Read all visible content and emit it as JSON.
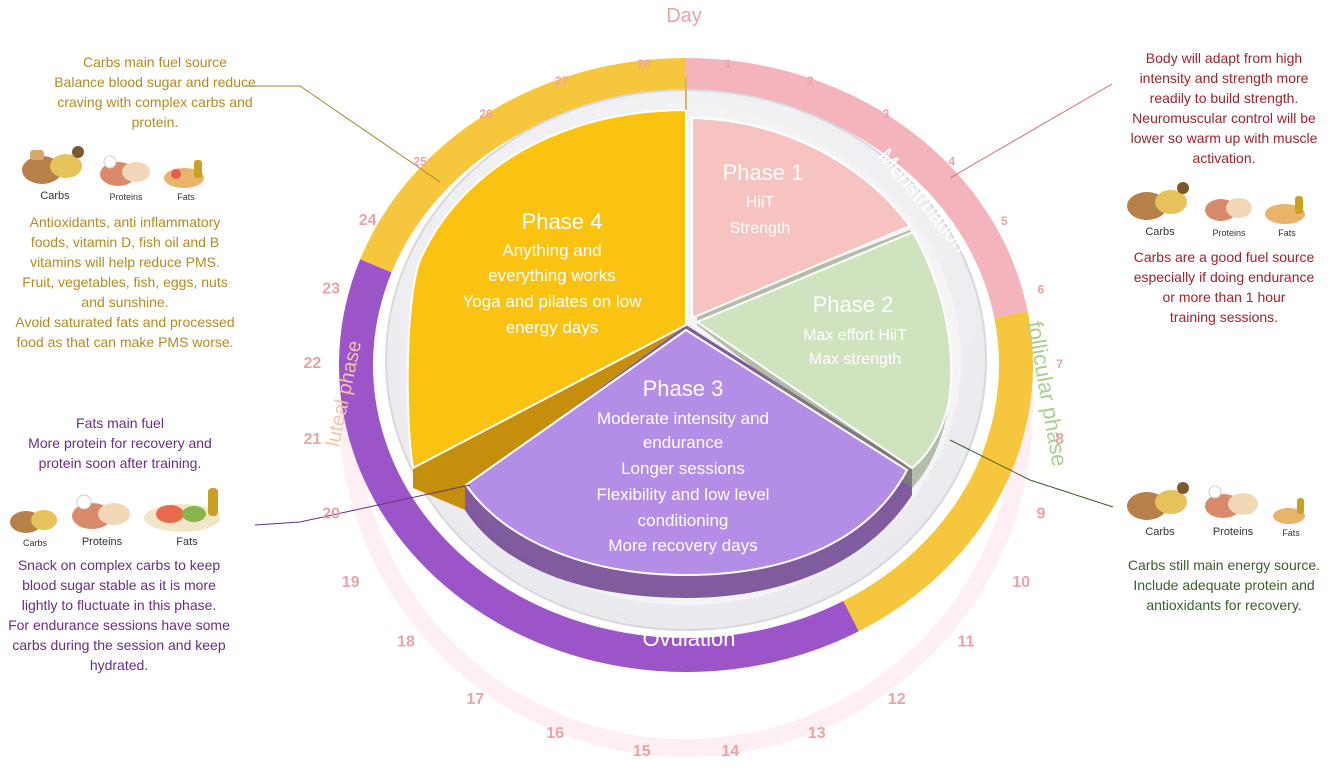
{
  "day_label": "Day",
  "days": [
    "1",
    "2",
    "3",
    "4",
    "5",
    "6",
    "7",
    "8",
    "9",
    "10",
    "11",
    "12",
    "13",
    "14",
    "15",
    "16",
    "17",
    "18",
    "19",
    "20",
    "21",
    "22",
    "23",
    "24",
    "25",
    "26",
    "27",
    "28"
  ],
  "ring_labels": {
    "menstruation": "Menstruation",
    "follicular": "follicular phase",
    "ovulation": "Ovulation",
    "luteal": "luteal phase"
  },
  "phases": [
    {
      "title": "Phase 1",
      "lines": [
        "HiiT",
        "Strength"
      ]
    },
    {
      "title": "Phase 2",
      "lines": [
        "Max effort HiiT",
        "Max strength"
      ]
    },
    {
      "title": "Phase 3",
      "lines": [
        "Moderate intensity and",
        "endurance",
        "Longer sessions",
        "Flexibility and low level",
        "conditioning",
        "More recovery days"
      ]
    },
    {
      "title": "Phase 4",
      "lines": [
        "Anything and",
        "everything works",
        "Yoga and pilates on low",
        "energy days"
      ]
    }
  ],
  "food_labels": {
    "carbs": "Carbs",
    "proteins": "Proteins",
    "fats": "Fats"
  },
  "notes": {
    "top_left": [
      "Carbs main fuel source",
      "Balance blood sugar and reduce",
      "craving with complex carbs and",
      "protein."
    ],
    "mid_left": [
      "Antioxidants, anti inflammatory",
      "foods, vitamin D, fish oil and B",
      "vitamins will help reduce PMS.",
      "Fruit, vegetables, fish, eggs, nuts",
      "and sunshine.",
      "Avoid saturated fats and processed",
      "food as that can make PMS worse."
    ],
    "lower_left_top": [
      "Fats main fuel",
      "More protein for recovery and",
      "protein soon after training."
    ],
    "lower_left_bottom": [
      "Snack on complex carbs to keep",
      "blood sugar stable as it is more",
      "lightly to fluctuate in this phase.",
      "For endurance sessions have some",
      "carbs during the session and keep",
      "hydrated."
    ],
    "top_right": [
      "Body will adapt from high",
      "intensity and strength more",
      "readily to build strength.",
      "Neuromuscular control will be",
      "lower so warm up with muscle",
      "activation."
    ],
    "mid_right": [
      "Carbs are a good fuel source",
      "especially if doing endurance",
      "or more than 1 hour",
      "training sessions."
    ],
    "bottom_right": [
      "Carbs still main energy source.",
      "Include adequate protein and",
      "antioxidants for recovery."
    ]
  },
  "colors": {
    "phase1": "#f7c3c0",
    "phase2": "#cfe3bf",
    "phase3": "#b48de6",
    "phase4": "#fbc311",
    "ring_purple": "#9b55c8",
    "ring_gold": "#f6c63c",
    "ring_pink": "#f4b4bd"
  },
  "icons": [
    "carbs-food-icon",
    "proteins-food-icon",
    "fats-food-icon"
  ]
}
